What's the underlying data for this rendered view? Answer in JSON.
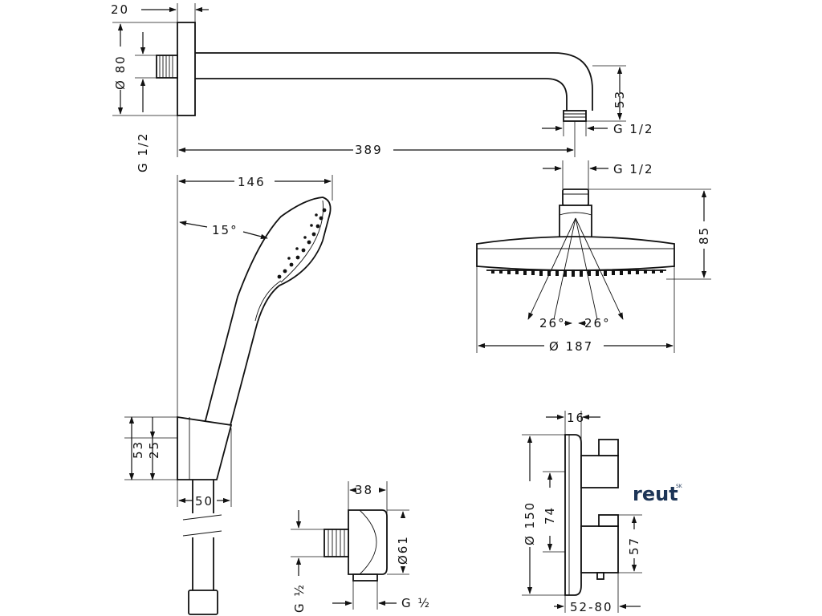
{
  "dimensions": {
    "arm_flange_depth": "20",
    "arm_flange_dia": "Ø 80",
    "arm_thread_wall": "G 1/2",
    "arm_drop": "53",
    "arm_thread_outlet": "G 1/2",
    "arm_length": "389",
    "head_thread": "G 1/2",
    "head_height": "85",
    "head_angle_left": "26°",
    "head_angle_right": "26°",
    "head_dia": "Ø 187",
    "handshower_length": "146",
    "handshower_angle": "15°",
    "holder_height_total": "53",
    "holder_height_inner": "25",
    "holder_width": "50",
    "outlet_depth": "38",
    "outlet_dia": "Ø61",
    "outlet_thread_wall": "G ½",
    "outlet_thread_hose": "G ½",
    "thermo_plate_depth": "16",
    "thermo_plate_dia": "Ø 150",
    "thermo_handle_spacing": "74",
    "thermo_lower_offset": "57",
    "thermo_projection": "52-80"
  },
  "brand": {
    "name": "reut",
    "superscript": "SK",
    "color": "#1d3557"
  }
}
